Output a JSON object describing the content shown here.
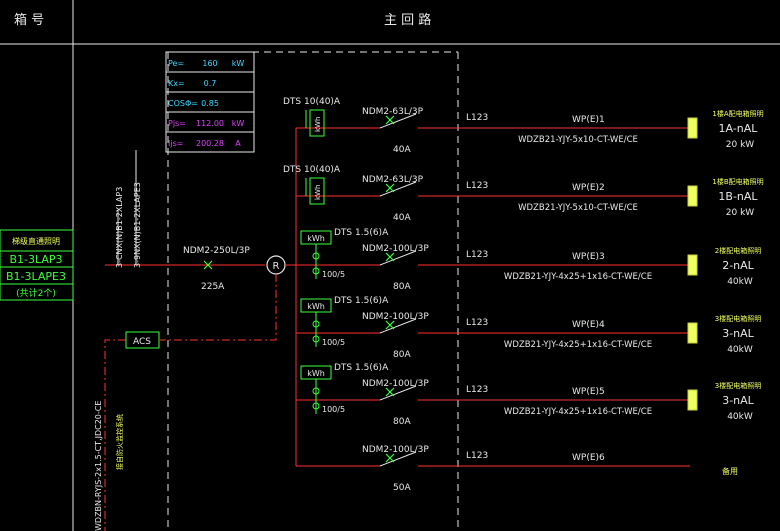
{
  "header": {
    "box_label": "箱 号",
    "main_circuit_label": "主 回 路"
  },
  "params": [
    {
      "label": "Pe=",
      "value": "160",
      "unit": "kW",
      "color": "#39d7ff"
    },
    {
      "label": "Kx=",
      "value": "0.7",
      "unit": "",
      "color": "#39d7ff"
    },
    {
      "label": "COSΦ=",
      "value": "0.85",
      "unit": "",
      "color": "#39d7ff"
    },
    {
      "label": "Pjs=",
      "value": "112.00",
      "unit": "kW",
      "color": "#e040ff"
    },
    {
      "label": "Ijs=",
      "value": "200.28",
      "unit": "A",
      "color": "#e040ff"
    }
  ],
  "left_box": {
    "title": "梯级直通照明",
    "line1": "B1-3LAP3",
    "line2": "B1-3LAPE3",
    "line3": "(共计2个)"
  },
  "incoming": {
    "breaker": "NDM2-250L/3P",
    "current": "225A",
    "meter_symbol": "R",
    "acs_label": "ACS",
    "supply_text1": "3-CNX(N)B1-2XLAP3",
    "supply_text2": "3-9NX(N)B1-2XLAPE3",
    "cable_text": "WDZBN-RYJS-2x1.5-CT,JDC20-CE",
    "cable_note": "接自防火监控系统"
  },
  "circuits": [
    {
      "meter": "DTS 10(40)A",
      "kwh": "kWh",
      "ct": "",
      "breaker": "NDM2-63L/3P",
      "current": "40A",
      "phase": "L123",
      "id": "WP(E)1",
      "cable": "WDZB21-YJY-5x10-CT-WE/CE",
      "dest_title": "1楼A配电箱照明",
      "dest": "1A-nAL",
      "power": "20 kW"
    },
    {
      "meter": "DTS 10(40)A",
      "kwh": "kWh",
      "ct": "",
      "breaker": "NDM2-63L/3P",
      "current": "40A",
      "phase": "L123",
      "id": "WP(E)2",
      "cable": "WDZB21-YJY-5x10-CT-WE/CE",
      "dest_title": "1楼B配电箱照明",
      "dest": "1B-nAL",
      "power": "20 kW"
    },
    {
      "meter": "DTS 1.5(6)A",
      "kwh": "kWh",
      "ct": "100/5",
      "breaker": "NDM2-100L/3P",
      "current": "80A",
      "phase": "L123",
      "id": "WP(E)3",
      "cable": "WDZB21-YJY-4x25+1x16-CT-WE/CE",
      "dest_title": "2楼配电箱照明",
      "dest": "2-nAL",
      "power": "40kW"
    },
    {
      "meter": "DTS 1.5(6)A",
      "kwh": "kWh",
      "ct": "100/5",
      "breaker": "NDM2-100L/3P",
      "current": "80A",
      "phase": "L123",
      "id": "WP(E)4",
      "cable": "WDZB21-YJY-4x25+1x16-CT-WE/CE",
      "dest_title": "3楼配电箱照明",
      "dest": "3-nAL",
      "power": "40kW"
    },
    {
      "meter": "DTS 1.5(6)A",
      "kwh": "kWh",
      "ct": "100/5",
      "breaker": "NDM2-100L/3P",
      "current": "80A",
      "phase": "L123",
      "id": "WP(E)5",
      "cable": "WDZB21-YJY-4x25+1x16-CT-WE/CE",
      "dest_title": "3楼配电箱照明",
      "dest": "3-nAL",
      "power": "40kW"
    },
    {
      "meter": "",
      "kwh": "",
      "ct": "",
      "breaker": "NDM2-100L/3P",
      "current": "50A",
      "phase": "L123",
      "id": "WP(E)6",
      "cable": "",
      "dest_title": "备用",
      "dest": "",
      "power": ""
    }
  ]
}
